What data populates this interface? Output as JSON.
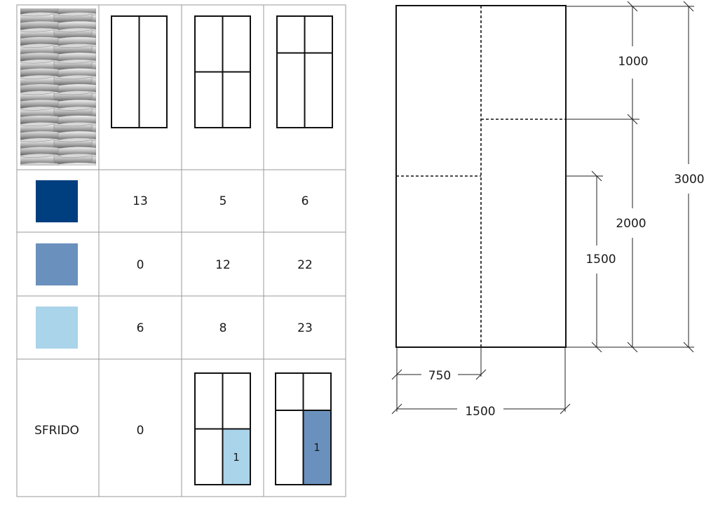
{
  "table": {
    "header_panels": [
      {
        "name": "panel-cut-2-strips"
      },
      {
        "name": "panel-cut-4-half"
      },
      {
        "name": "panel-cut-4-third"
      }
    ],
    "rows": [
      {
        "swatch": "#003f7f",
        "values": [
          "13",
          "5",
          "6"
        ]
      },
      {
        "swatch": "#6a91bd",
        "values": [
          "0",
          "12",
          "22"
        ]
      },
      {
        "swatch": "#a9d4ea",
        "values": [
          "6",
          "8",
          "23"
        ]
      }
    ],
    "waste": {
      "label": "SFRIDO",
      "value": "0",
      "piece_label_1": "1",
      "piece_label_2": "1"
    }
  },
  "drawing": {
    "dims": {
      "d1000": "1000",
      "d3000": "3000",
      "d2000": "2000",
      "d1500_vertical": "1500",
      "d750": "750",
      "d1500_horizontal": "1500"
    }
  }
}
